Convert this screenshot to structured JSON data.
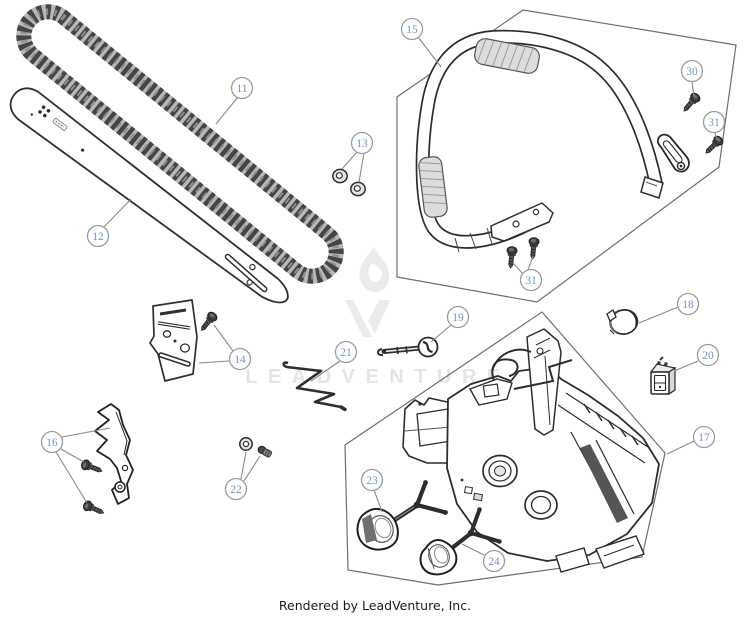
{
  "watermark": {
    "brand": "LEADVENTURE"
  },
  "footer": {
    "caption": "Rendered by LeadVenture, Inc."
  },
  "colors": {
    "background": "#ffffff",
    "line_art": "#2d2d2d",
    "region_outline": "#6e6e6e",
    "leader_line": "#8a8a8a",
    "callout_ring": "#9a9a9a",
    "callout_number": "#6f97c8",
    "watermark_gray": "#e9e9e9",
    "shade_gray": "#dcdcdc"
  },
  "callouts": [
    {
      "label": "11"
    },
    {
      "label": "12"
    },
    {
      "label": "13"
    },
    {
      "label": "14"
    },
    {
      "label": "15"
    },
    {
      "label": "16"
    },
    {
      "label": "17"
    },
    {
      "label": "18"
    },
    {
      "label": "19"
    },
    {
      "label": "20"
    },
    {
      "label": "21"
    },
    {
      "label": "22"
    },
    {
      "label": "23"
    },
    {
      "label": "24"
    },
    {
      "label": "30"
    },
    {
      "label": "31"
    },
    {
      "label": "31"
    }
  ]
}
